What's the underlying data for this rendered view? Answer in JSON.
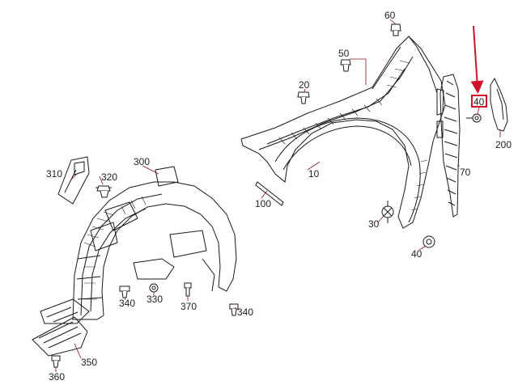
{
  "labels": {
    "p60": "60",
    "p50": "50",
    "p20": "20",
    "p40_highlight": "40",
    "p200": "200",
    "p10": "10",
    "p70": "70",
    "p100": "100",
    "p30": "30",
    "p40": "40",
    "p300": "300",
    "p310": "310",
    "p320": "320",
    "p340a": "340",
    "p330": "330",
    "p370": "370",
    "p340b": "340",
    "p350": "350",
    "p360": "360"
  },
  "colors": {
    "line": "#1a1a1a",
    "accent": "#d0112b",
    "leader": "#8a1020"
  }
}
